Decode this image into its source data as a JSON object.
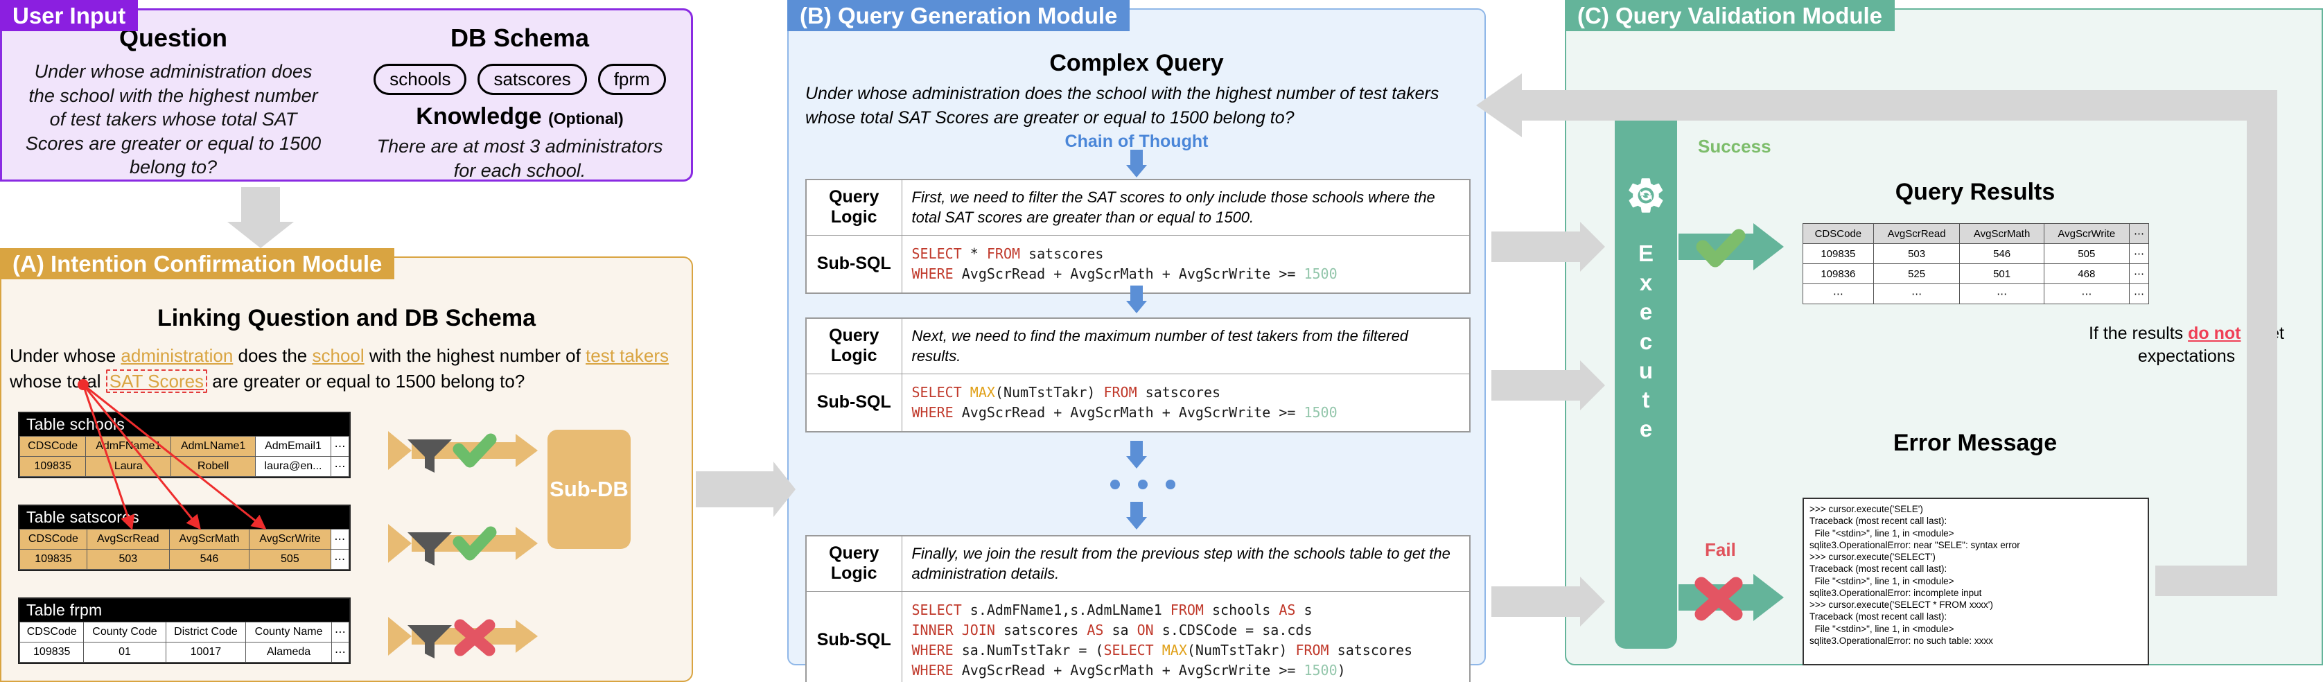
{
  "user_input": {
    "tab": "User Input",
    "question_title": "Question",
    "question_text": "Under whose administration does the school with the highest number of test takers whose total SAT Scores are greater or equal to 1500 belong to?",
    "schema_title": "DB Schema",
    "tables": [
      "schools",
      "satscores",
      "fprm"
    ],
    "knowledge_title": "Knowledge",
    "knowledge_optional": "(Optional)",
    "knowledge_text": "There are at most 3 administrators for each school."
  },
  "module_a": {
    "tab": "(A) Intention Confirmation Module",
    "heading": "Linking Question and DB Schema",
    "question_parts": [
      {
        "text": "Under whose ",
        "style": "plain"
      },
      {
        "text": "administration",
        "style": "highlight"
      },
      {
        "text": " does the ",
        "style": "plain"
      },
      {
        "text": "school",
        "style": "highlight"
      },
      {
        "text": " with the highest number of ",
        "style": "plain"
      },
      {
        "text": "test takers",
        "style": "highlight"
      },
      {
        "text": " whose total ",
        "style": "plain"
      },
      {
        "text": "SAT Scores",
        "style": "boxed"
      },
      {
        "text": " are greater or equal to 1500 belong to?",
        "style": "plain"
      }
    ],
    "tables": [
      {
        "name": "Table schools",
        "headers": [
          "CDSCode",
          "AdmFName1",
          "AdmLName1",
          "AdmEmail1",
          "⋯"
        ],
        "rows": [
          [
            "109835",
            "Laura",
            "Robell",
            "laura@en...",
            "⋯"
          ]
        ],
        "highlighted_cols": [
          0,
          1,
          2
        ],
        "status": "pass"
      },
      {
        "name": "Table satscores",
        "headers": [
          "CDSCode",
          "AvgScrRead",
          "AvgScrMath",
          "AvgScrWrite",
          "⋯"
        ],
        "rows": [
          [
            "109835",
            "503",
            "546",
            "505",
            "⋯"
          ]
        ],
        "highlighted_cols": [
          0,
          1,
          2,
          3
        ],
        "status": "pass"
      },
      {
        "name": "Table frpm",
        "headers": [
          "CDSCode",
          "County Code",
          "District Code",
          "County Name",
          "⋯"
        ],
        "rows": [
          [
            "109835",
            "01",
            "10017",
            "Alameda",
            "⋯"
          ]
        ],
        "highlighted_cols": [],
        "status": "fail"
      }
    ],
    "subdb_label": "Sub-DB"
  },
  "module_b": {
    "tab": "(B) Query Generation Module",
    "complex_query_title": "Complex Query",
    "complex_query_text": "Under whose administration does the school with the highest number of test takers whose total SAT Scores are greater or equal to 1500 belong to?",
    "chain_of_thought_label": "Chain of Thought",
    "row_label_logic": "Query Logic",
    "row_label_sql": "Sub-SQL",
    "steps": [
      {
        "logic": "First, we need to filter the SAT scores to only include those schools where the total SAT scores are greater than or equal to 1500.",
        "sql_lines": [
          [
            {
              "t": "SELECT",
              "c": "kw"
            },
            {
              "t": " * ",
              "c": ""
            },
            {
              "t": "FROM",
              "c": "kw"
            },
            {
              "t": " satscores",
              "c": ""
            }
          ],
          [
            {
              "t": "WHERE",
              "c": "kw"
            },
            {
              "t": " AvgScrRead + AvgScrMath + AvgScrWrite >= ",
              "c": ""
            },
            {
              "t": "1500",
              "c": "num"
            }
          ]
        ]
      },
      {
        "logic": "Next, we need to find the maximum number of test takers from the filtered results.",
        "sql_lines": [
          [
            {
              "t": "SELECT",
              "c": "kw"
            },
            {
              "t": " ",
              "c": ""
            },
            {
              "t": "MAX",
              "c": "fn"
            },
            {
              "t": "(NumTstTakr) ",
              "c": ""
            },
            {
              "t": "FROM",
              "c": "kw"
            },
            {
              "t": " satscores",
              "c": ""
            }
          ],
          [
            {
              "t": "WHERE",
              "c": "kw"
            },
            {
              "t": " AvgScrRead + AvgScrMath + AvgScrWrite >= ",
              "c": ""
            },
            {
              "t": "1500",
              "c": "num"
            }
          ]
        ]
      },
      {
        "logic": "Finally, we join the result from the previous step with the schools table to get the administration details.",
        "sql_lines": [
          [
            {
              "t": "SELECT",
              "c": "kw"
            },
            {
              "t": " s.AdmFName1,s.AdmLName1 ",
              "c": ""
            },
            {
              "t": "FROM",
              "c": "kw"
            },
            {
              "t": " schools ",
              "c": ""
            },
            {
              "t": "AS",
              "c": "kw"
            },
            {
              "t": " s",
              "c": ""
            }
          ],
          [
            {
              "t": "INNER JOIN",
              "c": "kw"
            },
            {
              "t": " satscores ",
              "c": ""
            },
            {
              "t": "AS",
              "c": "kw"
            },
            {
              "t": " sa ",
              "c": ""
            },
            {
              "t": "ON",
              "c": "kw"
            },
            {
              "t": " s.CDSCode = sa.cds",
              "c": ""
            }
          ],
          [
            {
              "t": "WHERE",
              "c": "kw"
            },
            {
              "t": " sa.NumTstTakr = (",
              "c": ""
            },
            {
              "t": "SELECT",
              "c": "kw"
            },
            {
              "t": " ",
              "c": ""
            },
            {
              "t": "MAX",
              "c": "fn"
            },
            {
              "t": "(NumTstTakr) ",
              "c": ""
            },
            {
              "t": "FROM",
              "c": "kw"
            },
            {
              "t": " satscores",
              "c": ""
            }
          ],
          [
            {
              "t": "WHERE",
              "c": "kw"
            },
            {
              "t": " AvgScrRead + AvgScrMath + AvgScrWrite >= ",
              "c": ""
            },
            {
              "t": "1500",
              "c": "num"
            },
            {
              "t": ")",
              "c": ""
            }
          ]
        ]
      }
    ]
  },
  "module_c": {
    "tab": "(C) Query Validation Module",
    "execute_label": "Execute",
    "success_label": "Success",
    "fail_label": "Fail",
    "results_title": "Query Results",
    "results_headers": [
      "CDSCode",
      "AvgScrRead",
      "AvgScrMath",
      "AvgScrWrite",
      "⋯"
    ],
    "results_rows": [
      [
        "109835",
        "503",
        "546",
        "505",
        "⋯"
      ],
      [
        "109836",
        "525",
        "501",
        "468",
        "⋯"
      ],
      [
        "⋯",
        "⋯",
        "⋯",
        "⋯",
        "⋯"
      ]
    ],
    "expect_note_prefix": "If the results ",
    "expect_note_negation": "do not",
    "expect_note_suffix": " meet expectations",
    "error_title": "Error Message",
    "error_text": ">>> cursor.execute('SELE')\nTraceback (most recent call last):\n  File \"<stdin>\", line 1, in <module>\nsqlite3.OperationalError: near \"SELE\": syntax error\n>>> cursor.execute('SELECT')\nTraceback (most recent call last):\n  File \"<stdin>\", line 1, in <module>\nsqlite3.OperationalError: incomplete input\n>>> cursor.execute('SELECT * FROM xxxx')\nTraceback (most recent call last):\n  File \"<stdin>\", line 1, in <module>\nsqlite3.OperationalError: no such table: xxxx"
  },
  "colors": {
    "user_input": "#8b1fe0",
    "module_a": "#d9a441",
    "module_b": "#5b8fd6",
    "module_c": "#64b49a",
    "success": "#7dbd6b",
    "fail": "#e0535c",
    "arrow_grey": "#d6d6d6"
  }
}
